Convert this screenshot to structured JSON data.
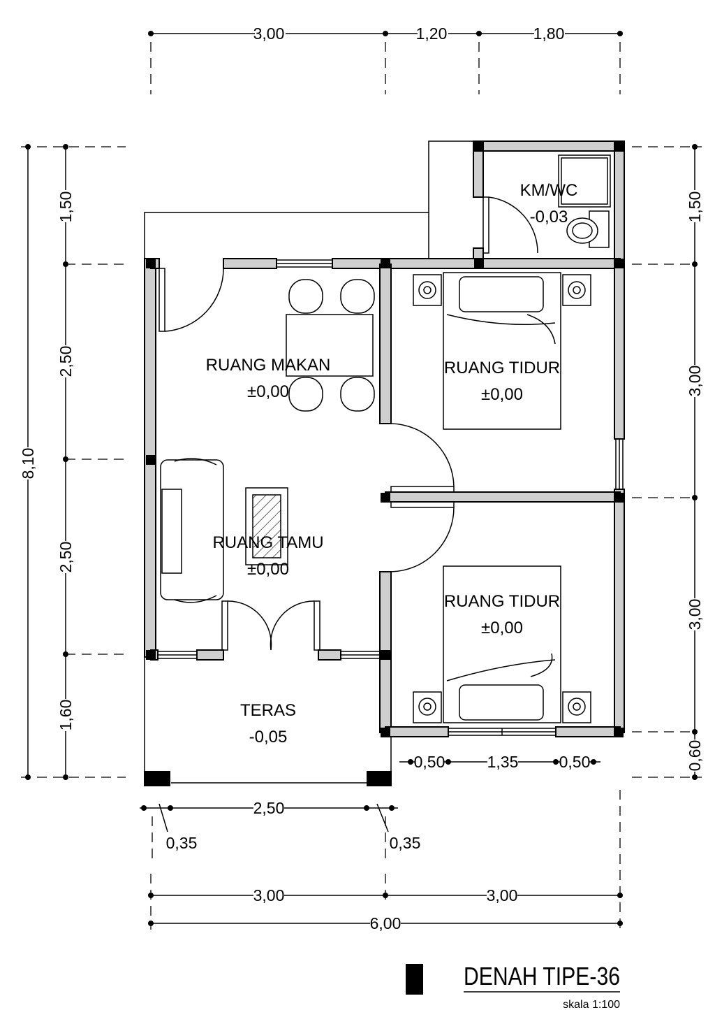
{
  "title": "DENAH TIPE-36",
  "scale": "skala 1:100",
  "rooms": {
    "kmwc": {
      "name": "KM/WC",
      "level": "-0,03"
    },
    "ruang_makan": {
      "name": "RUANG MAKAN",
      "level": "±0,00"
    },
    "ruang_tamu": {
      "name": "RUANG TAMU",
      "level": "±0,00"
    },
    "ruang_tidur_1": {
      "name": "RUANG TIDUR",
      "level": "±0,00"
    },
    "ruang_tidur_2": {
      "name": "RUANG TIDUR",
      "level": "±0,00"
    },
    "teras": {
      "name": "TERAS",
      "level": "-0,05"
    }
  },
  "dimensions": {
    "top": [
      "3,00",
      "1,20",
      "1,80"
    ],
    "left": [
      "1,50",
      "2,50",
      "2,50",
      "1,60"
    ],
    "left_total": "8,10",
    "right": [
      "1,50",
      "3,00",
      "3,00",
      "0,60"
    ],
    "window": [
      "0,50",
      "1,35",
      "0,50"
    ],
    "teras_width": "2,50",
    "column_a": "0,35",
    "column_b": "0,35",
    "bottom": [
      "3,00",
      "3,00"
    ],
    "bottom_total": "6,00"
  }
}
